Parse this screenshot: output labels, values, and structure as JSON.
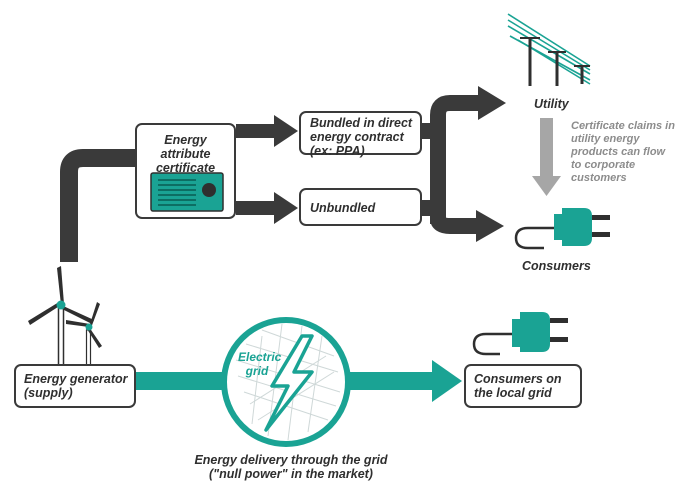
{
  "diagram": {
    "certificate_box": {
      "label": "Energy attribute certificate"
    },
    "bundled_box": {
      "label": "Bundled in direct energy contract (ex: PPA)"
    },
    "unbundled_box": {
      "label": "Unbundled"
    },
    "utility_label": "Utility",
    "utility_note": "Certificate claims in utility energy products can flow to corporate customers",
    "consumers_label": "Consumers",
    "generator_box": {
      "label": "Energy generator (supply)"
    },
    "grid_label": "Electric grid",
    "local_consumers_box": {
      "label": "Consumers on the local grid"
    },
    "grid_caption_line1": "Energy delivery through the grid",
    "grid_caption_line2": "(\"null power\" in the market)"
  },
  "colors": {
    "dark_arrow": "#3a3a3a",
    "teal": "#1aa394",
    "grey_arrow": "#a6a6a6"
  }
}
